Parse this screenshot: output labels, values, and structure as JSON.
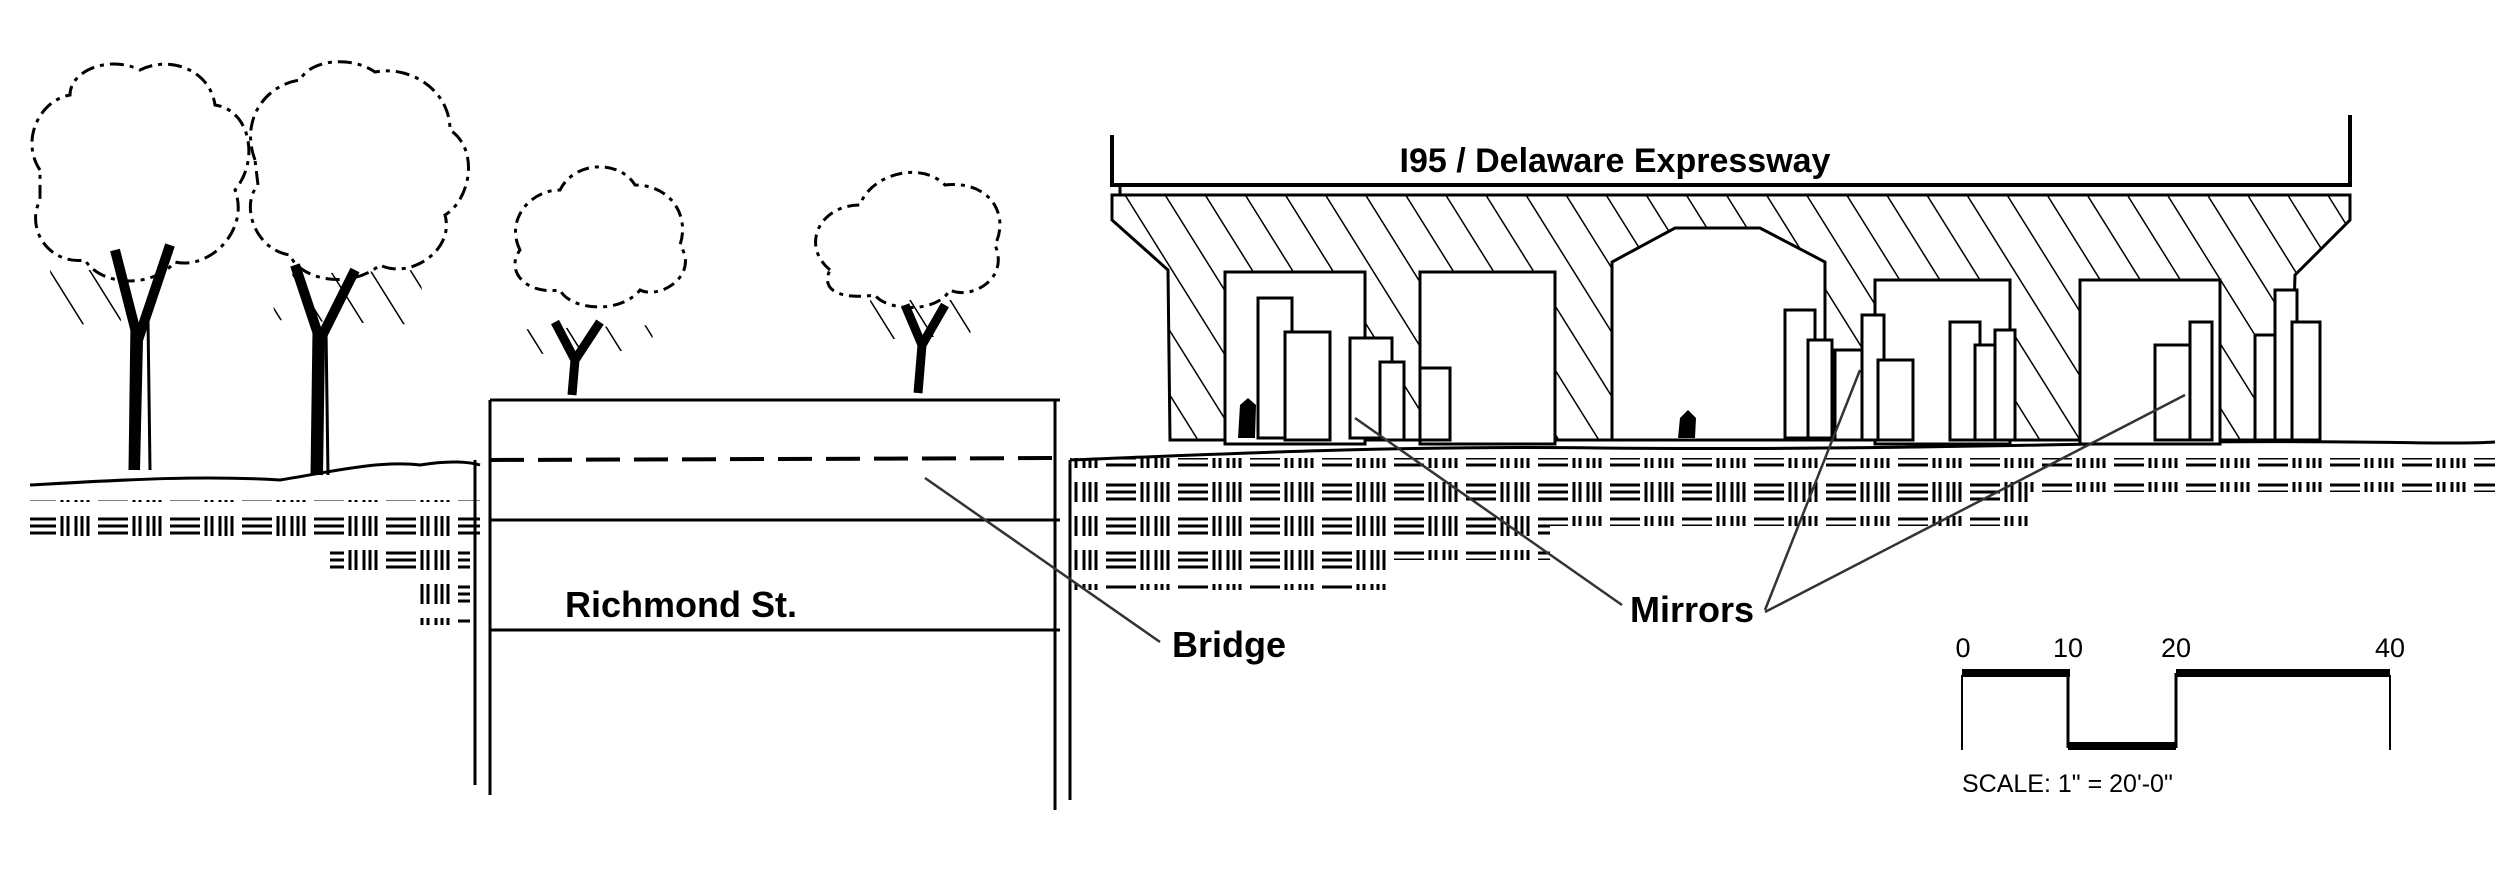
{
  "diagram": {
    "highway_label": "I95 / Delaware Expressway",
    "street_label": "Richmond St.",
    "bridge_label": "Bridge",
    "mirrors_label": "Mirrors"
  },
  "scale_bar": {
    "ticks": [
      "0",
      "10",
      "20",
      "40"
    ],
    "note": "SCALE: 1\" = 20'-0\""
  },
  "colors": {
    "ink": "#000000",
    "paper": "#ffffff",
    "leader": "#333333"
  }
}
